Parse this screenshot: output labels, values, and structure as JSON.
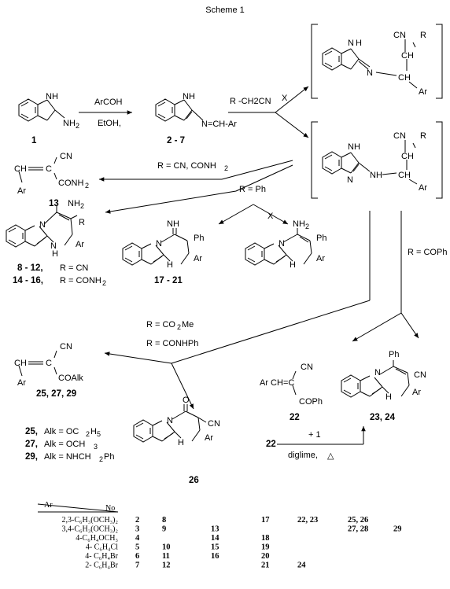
{
  "title": "Scheme 1",
  "labels": {
    "nh_1": "NH",
    "nh2_1": "NH",
    "nh2_sub": "2",
    "reagent_arcoh": "ArCOH",
    "reagent_etoh": "EtOH,",
    "nh_2": "NH",
    "imine_2": "N=CH-Ar",
    "reagent_rch2cn": "R -CH2CN",
    "x_upper": "X",
    "bracket1_cn": "CN",
    "bracket1_r": "R",
    "bracket1_nh": "N",
    "bracket1_h": "H",
    "bracket1_n2": "N",
    "bracket1_ch": "CH",
    "bracket1_ch2": "CH",
    "bracket1_ar": "Ar",
    "bracket2_nh": "NH",
    "bracket2_n": "N",
    "bracket2_nh2": "NH",
    "bracket2_cn": "CN",
    "bracket2_r": "R",
    "bracket2_ch": "CH",
    "bracket2_ch2": "CH",
    "bracket2_ar": "Ar",
    "cond_cn_conh2": "R = CN, CONH",
    "cond_cn_conh2_sub": "2",
    "c13_cn": "CN",
    "c13_ch": "CH",
    "c13_eq": "=",
    "c13_c": "C",
    "c13_ar": "Ar",
    "c13_conh2": "CONH",
    "c13_conh2_sub": "2",
    "cond_ph": "R = Ph",
    "x_lower": "X",
    "c8_nh2": "NH",
    "c8_nh2_sub": "2",
    "c8_r": "R",
    "c8_n": "N",
    "c8_nh": "N",
    "c8_h": "H",
    "c8_ar": "Ar",
    "c17_nh": "NH",
    "c17_ph": "Ph",
    "c17_n": "N",
    "c17_h": "H",
    "c17_ar": "Ar",
    "c17b_nh2": "NH",
    "c17b_nh2_sub": "2",
    "c17b_ph": "Ph",
    "c17b_n": "N",
    "c17b_h": "H",
    "c17b_ar": "Ar",
    "cond_coph": "R = COPh",
    "c8_line1_a": "8 - 12,",
    "c8_line1_b": "R = CN",
    "c8_line2_a": "14 - 16,",
    "c8_line2_b": "R = CONH",
    "c8_line2_sub": "2",
    "cond_co2me": "R = CO",
    "cond_co2me_sub": "2",
    "cond_co2me_end": "Me",
    "cond_conhph": "R = CONHPh",
    "c25_cn": "CN",
    "c25_ch": "CH",
    "c25_eq": "=",
    "c25_c": "C",
    "c25_ar": "Ar",
    "c25_coalk": "COAlk",
    "c26_o": "O",
    "c26_cn": "CN",
    "c26_n": "N",
    "c26_h": "H",
    "c26_ar": "Ar",
    "c22_text": "Ar CH=C",
    "c22_cn": "CN",
    "c22_coph": "COPh",
    "c23_ph": "Ph",
    "c23_cn": "CN",
    "c23_n": "N",
    "c23_h": "H",
    "c23_ar": "Ar",
    "alk_25_num": "25,",
    "alk_25_text": "Alk = OC",
    "alk_25_sub": "2",
    "alk_25_end": "H",
    "alk_25_sub2": "5",
    "alk_27_num": "27,",
    "alk_27_text": "Alk = OCH",
    "alk_27_sub": "3",
    "alk_29_num": "29,",
    "alk_29_text": "Alk = NHCH",
    "alk_29_sub": "2",
    "alk_29_end": "Ph",
    "reagent_22": "22",
    "reagent_plus1": "+ 1",
    "reagent_diglime": "diglime,",
    "reagent_delta": "△"
  },
  "compounds": {
    "c1": "1",
    "c2_7": "2 - 7",
    "c13": "13",
    "c17_21": "17 - 21",
    "c25_27_29": "25, 27, 29",
    "c26": "26",
    "c22": "22",
    "c23_24": "23, 24"
  },
  "table": {
    "header_ar": "Ar",
    "header_no": "No",
    "rows": [
      {
        "ar": "2,3-C₆H₃(OCH₃)₂",
        "nums": [
          "2",
          "8",
          "",
          "17",
          "22, 23",
          "25, 26",
          ""
        ]
      },
      {
        "ar": "3,4-C₆H₃(OCH₃)₂",
        "nums": [
          "3",
          "9",
          "13",
          "",
          "",
          "27, 28",
          "29"
        ]
      },
      {
        "ar": "4-C₆H₄OCH₃",
        "nums": [
          "4",
          "",
          "14",
          "18",
          "",
          "",
          ""
        ]
      },
      {
        "ar": "4- C₆H₄Cl",
        "nums": [
          "5",
          "10",
          "15",
          "19",
          "",
          "",
          ""
        ]
      },
      {
        "ar": "4- C₆H₄Br",
        "nums": [
          "6",
          "11",
          "16",
          "20",
          "",
          "",
          ""
        ]
      },
      {
        "ar": "2- C₆H₄Br",
        "nums": [
          "7",
          "12",
          "",
          "21",
          "24",
          "",
          ""
        ]
      }
    ]
  }
}
